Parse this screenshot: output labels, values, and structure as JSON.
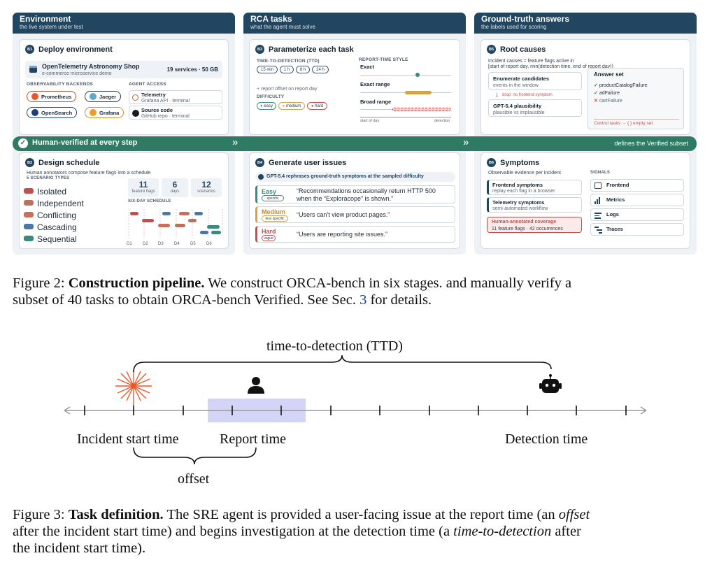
{
  "columns": [
    {
      "title": "Environment",
      "subtitle": "the live system under test"
    },
    {
      "title": "RCA tasks",
      "subtitle": "what the agent must solve"
    },
    {
      "title": "Ground-truth answers",
      "subtitle": "the labels used for scoring"
    }
  ],
  "b1": {
    "badge": "B1",
    "title": "Deploy environment",
    "app_name": "OpenTelemetry Astronomy Shop",
    "app_desc": "e-commerce microservice demo",
    "app_stats": "19 services · 50 GB",
    "backends_label": "OBSERVABILITY BACKENDS",
    "backends": [
      "Prometheus",
      "Jaeger",
      "OpenSearch",
      "Grafana"
    ],
    "access_label": "AGENT ACCESS",
    "access": [
      {
        "name": "Telemetry",
        "desc": "Grafana API · terminal"
      },
      {
        "name": "Source code",
        "desc": "GitHub repo · terminal"
      }
    ]
  },
  "b2": {
    "badge": "B2",
    "title": "Design schedule",
    "desc": "Human annotators compose feature flags into a schedule",
    "types_label": "5 SCENARIO TYPES",
    "types": [
      "Isolated",
      "Independent",
      "Conflicting",
      "Cascading",
      "Sequential"
    ],
    "stats": [
      {
        "value": "11",
        "label": "feature flags"
      },
      {
        "value": "6",
        "label": "days"
      },
      {
        "value": "12",
        "label": "scenarios"
      }
    ],
    "schedule_label": "SIX-DAY SCHEDULE",
    "days": [
      "D1",
      "D2",
      "D3",
      "D4",
      "D5",
      "D6"
    ]
  },
  "b3": {
    "badge": "B3",
    "title": "Parameterize each task",
    "ttd_label": "TIME-TO-DETECTION (TTD)",
    "ttd_options": [
      "15 min",
      "1 h",
      "8 h",
      "24 h"
    ],
    "offset_note": "+ report offset on report day",
    "difficulty_label": "DIFFICULTY",
    "difficulties": [
      "easy",
      "medium",
      "hard"
    ],
    "style_label": "REPORT-TIME STYLE",
    "styles": [
      "Exact",
      "Exact range",
      "Broad range"
    ],
    "axis_start": "start of day",
    "axis_end": "detection"
  },
  "b4": {
    "badge": "B4",
    "title": "Generate user issues",
    "banner": "GPT-5.4 rephrases ground-truth symptoms at the sampled difficulty",
    "issues": [
      {
        "level": "Easy",
        "tag": "specific",
        "text": "“Recommendations occasionally return HTTP 500 when the “Exploracope” is shown.”"
      },
      {
        "level": "Medium",
        "tag": "less specific",
        "text": "“Users can't view product pages.”"
      },
      {
        "level": "Hard",
        "tag": "vague",
        "text": "“Users are reporting site issues.”"
      }
    ]
  },
  "b5": {
    "badge": "B5",
    "title": "Root causes",
    "desc_line1": "Incident causes = feature flags active in",
    "desc_line2": "[start of report day, min(detection time, end of report day))",
    "enum_title": "Enumerate candidates",
    "enum_desc": "events in the window",
    "drop_note": "drop: no frontend symptom",
    "gpt_title": "GPT-5.4 plausibility",
    "gpt_desc": "plausible vs implausible",
    "answer_title": "Answer set",
    "answers": [
      {
        "mark": "✓",
        "name": "productCatalogFailure"
      },
      {
        "mark": "✓",
        "name": "adFailure"
      },
      {
        "mark": "✕",
        "name": "cartFailure"
      }
    ],
    "control_note": "Control tasks → { } empty set"
  },
  "b6": {
    "badge": "B6",
    "title": "Symptoms",
    "desc": "Observable evidence per incident",
    "items": [
      {
        "title": "Frontend symptoms",
        "desc": "replay each flag in a browser"
      },
      {
        "title": "Telemetry symptoms",
        "desc": "semi-automated workflow"
      }
    ],
    "human_title": "Human-annotated coverage",
    "human_desc": "11 feature flags · 42 occurrences",
    "signals_label": "SIGNALS",
    "signals": [
      "Frontend",
      "Metrics",
      "Logs",
      "Traces"
    ]
  },
  "banner": {
    "left": "Human-verified at every step",
    "right": "defines the Verified subset"
  },
  "caption2": {
    "prefix": "Figure 2:",
    "bold": "Construction pipeline.",
    "text1": "We construct ORCA-bench in six stages. and manually verify a",
    "text2": "subset of 40 tasks to obtain ORCA-bench Verified. See Sec.",
    "ref": "3",
    "text3": "for details."
  },
  "fig3": {
    "ttd_label": "time-to-detection (TTD)",
    "incident_label": "Incident start time",
    "report_label": "Report time",
    "detection_label": "Detection time",
    "offset_label": "offset"
  },
  "caption3": {
    "prefix": "Figure 3:",
    "bold": "Task definition.",
    "text1": "The SRE agent is provided a user-facing issue at the report time (an",
    "offset_word": "offset",
    "text2": "after the incident start time) and begins investigation at the detection time (a",
    "ttd_word": "time-to-detection",
    "text3": "after",
    "text4": "the incident start time)."
  },
  "colors": {
    "header": "#22465f",
    "banner": "#2f7a62",
    "isolated": "#c0504d",
    "independent": "#b8735f",
    "conflicting": "#c96f5a",
    "cascading": "#4a76a8",
    "sequential": "#3a8b7d",
    "report_band": "#d4d4f6",
    "burst": "#e8572a"
  }
}
